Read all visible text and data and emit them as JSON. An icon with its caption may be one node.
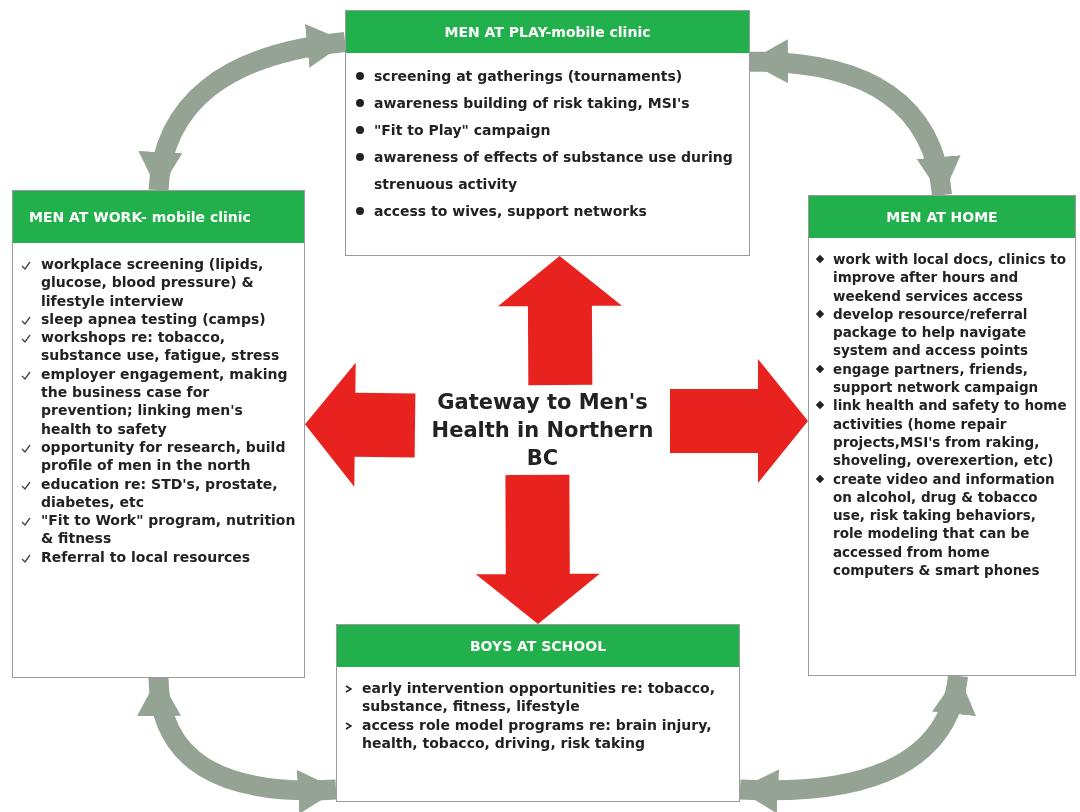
{
  "diagram": {
    "nodes": [
      {
        "text": [
          "MEN AT PLAY-mobile clinic",
          "screening at gatherings (tournaments)",
          "awareness building of risk taking, MSI's",
          "\"Fit to Play\" campaign",
          "awareness of effects of substance use during strenuous activity",
          "access to wives, support networks"
        ]
      },
      {
        "text": [
          "MEN AT WORK- mobile clinic",
          "workplace screening (lipids, glucose, blood pressure) & lifestyle interview",
          "sleep apnea testing (camps)",
          "workshops re: tobacco, substance use, fatigue, stress",
          "employer engagement, making the business case for prevention; linking men's health to safety",
          "opportunity for research, build profile of men in the north",
          "education re: STD's, prostate, diabetes, etc",
          "\"Fit to Work\" program, nutrition & fitness",
          "Referral to local resources"
        ]
      },
      {
        "text": [
          "MEN AT HOME",
          "work with local docs, clinics to improve after hours and weekend services access",
          "develop resource/referral package to help navigate system and access points",
          "engage partners, friends, support network campaign",
          "link health and safety to home activities (home repair projects,MSI's from raking, shoveling, overexertion, etc)",
          "create video and information on alcohol, drug & tobacco use, risk taking behaviors, role modeling that can be accessed from home computers & smart phones"
        ]
      },
      {
        "text": [
          "Gateway to Men's Health in Northern BC"
        ]
      },
      {
        "text": [
          "BOYS AT SCHOOL",
          "early intervention opportunities re: tobacco, substance, fitness, lifestyle",
          "access role model programs re: brain injury, health, tobacco, driving, risk taking"
        ]
      }
    ],
    "edges": [
      {
        "from": 3,
        "to": 0,
        "arrow": "to",
        "style": "thick",
        "color": "#e8231f"
      },
      {
        "from": 3,
        "to": 1,
        "arrow": "to",
        "style": "thick",
        "color": "#e8231f"
      },
      {
        "from": 3,
        "to": 2,
        "arrow": "to",
        "style": "thick",
        "color": "#e8231f"
      },
      {
        "from": 3,
        "to": 4,
        "arrow": "to",
        "style": "thick",
        "color": "#e8231f"
      },
      {
        "from": 1,
        "to": 0,
        "arrow": "both",
        "color": "#94a394"
      },
      {
        "from": 0,
        "to": 2,
        "arrow": "both",
        "color": "#94a394"
      },
      {
        "from": 1,
        "to": 4,
        "arrow": "both",
        "color": "#94a394"
      },
      {
        "from": 4,
        "to": 2,
        "arrow": "both",
        "color": "#94a394"
      }
    ]
  }
}
